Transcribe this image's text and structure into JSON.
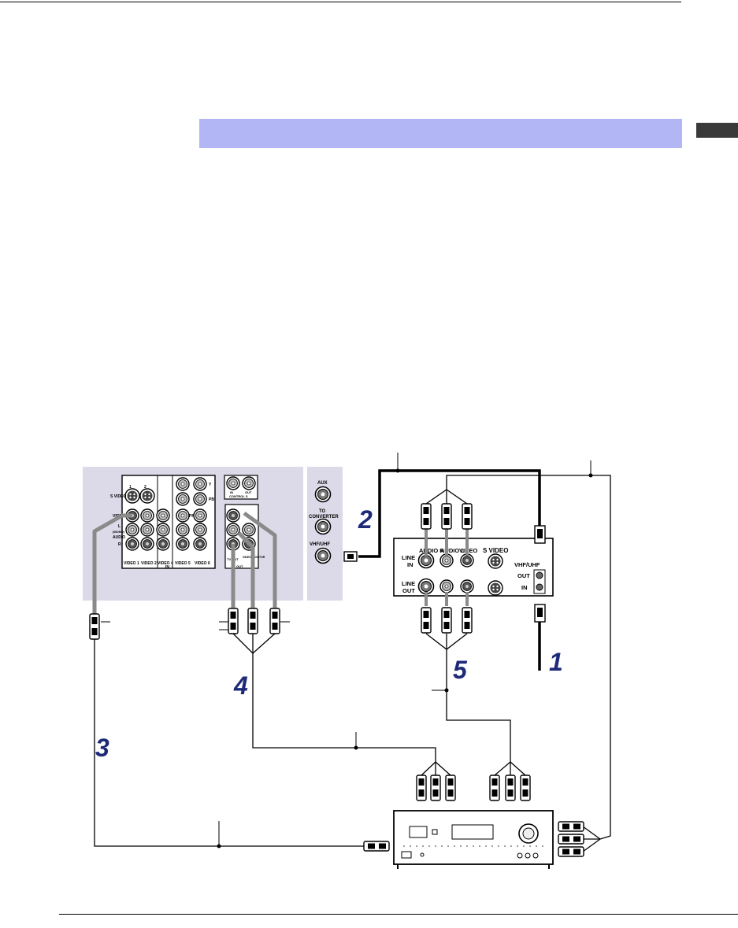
{
  "header": {
    "section_highlight_color": "#b3b6f4",
    "side_tab_color": "#3a3a3a"
  },
  "tv_panel": {
    "svideo_label": "S VIDEO",
    "video_label": "VIDEO",
    "audio_l_label": "L",
    "mono_label": "(MONO)",
    "audio_label": "AUDIO",
    "audio_r_label": "R",
    "y_label": "Y",
    "pb_label": "PB",
    "pr_label": "PR",
    "inputs": [
      "VIDEO 1",
      "VIDEO 2",
      "VIDEO 4",
      "VIDEO 5",
      "VIDEO 6"
    ],
    "in_label": "IN",
    "control_in": "IN",
    "control_out": "OUT",
    "control_label": "CONTROL S",
    "out_tv": "TV OUT",
    "out_vmon": "VIDEO MONITOR",
    "out_label": "OUT",
    "aux_label": "AUX",
    "to_converter": [
      "TO",
      "CONVERTER"
    ],
    "vhf_uhf": "VHF/UHF"
  },
  "vcr_panel": {
    "audio_r": "AUDIO R",
    "audio_l": "AUDIO L",
    "video": "VIDEO",
    "svideo": "S VIDEO",
    "line_in": [
      "LINE",
      "IN"
    ],
    "line_out": [
      "LINE",
      "OUT"
    ],
    "vhf_uhf": "VHF/UHF",
    "out": "OUT",
    "in": "IN"
  },
  "steps": [
    "1",
    "2",
    "3",
    "4",
    "5"
  ],
  "colors": {
    "panel": "#dcd9e8",
    "cable_gray": "#8a8a8a",
    "step_number": "#1e2a78"
  }
}
